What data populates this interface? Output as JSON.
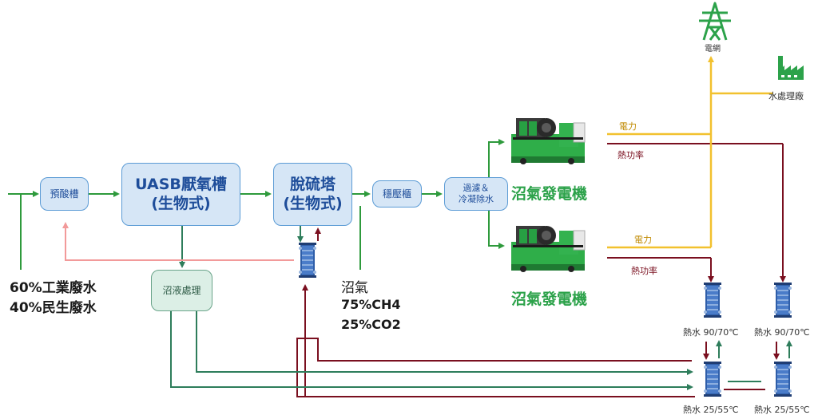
{
  "colors": {
    "green_flow": "#2e9a3c",
    "red_flow": "#7a0f1f",
    "pink_flow": "#f29a9a",
    "power_line": "#f2c12e",
    "teal_flow": "#2e7d5b",
    "box_fill": "#d6e6f6",
    "box_border": "#5b9bd5",
    "generator_green": "#2ca24a"
  },
  "inputs": {
    "industrial": "60%工業廢水",
    "domestic": "40%民生廢水"
  },
  "boxes": {
    "pre_acid": "預酸槽",
    "uasb_line1": "UASB厭氧槽",
    "uasb_line2": "(生物式)",
    "desulf_line1": "脫硫塔",
    "desulf_line2": "(生物式)",
    "pressure": "穩壓櫃",
    "filter_line1": "過濾＆",
    "filter_line2": "冷凝除水",
    "sludge": "沼液處理"
  },
  "biogas": {
    "title": "沼氣",
    "ch4": "75%CH4",
    "co2": "25%CO2"
  },
  "generators": {
    "label_top": "沼氣發電機",
    "label_bottom": "沼氣發電機"
  },
  "outputs": {
    "power_top": "電力",
    "heat_top": "熱功率",
    "power_bottom": "電力",
    "heat_bottom": "熱功率",
    "grid": "電網",
    "water_plant": "水處理廠"
  },
  "heat_exchangers": {
    "hot_left": "熱水 90/70℃",
    "hot_right": "熱水 90/70℃",
    "warm_left": "熱水 25/55℃",
    "warm_right": "熱水 25/55℃"
  },
  "icons": [
    "power-tower-icon",
    "factory-icon",
    "generator-icon",
    "heat-exchanger-icon"
  ]
}
